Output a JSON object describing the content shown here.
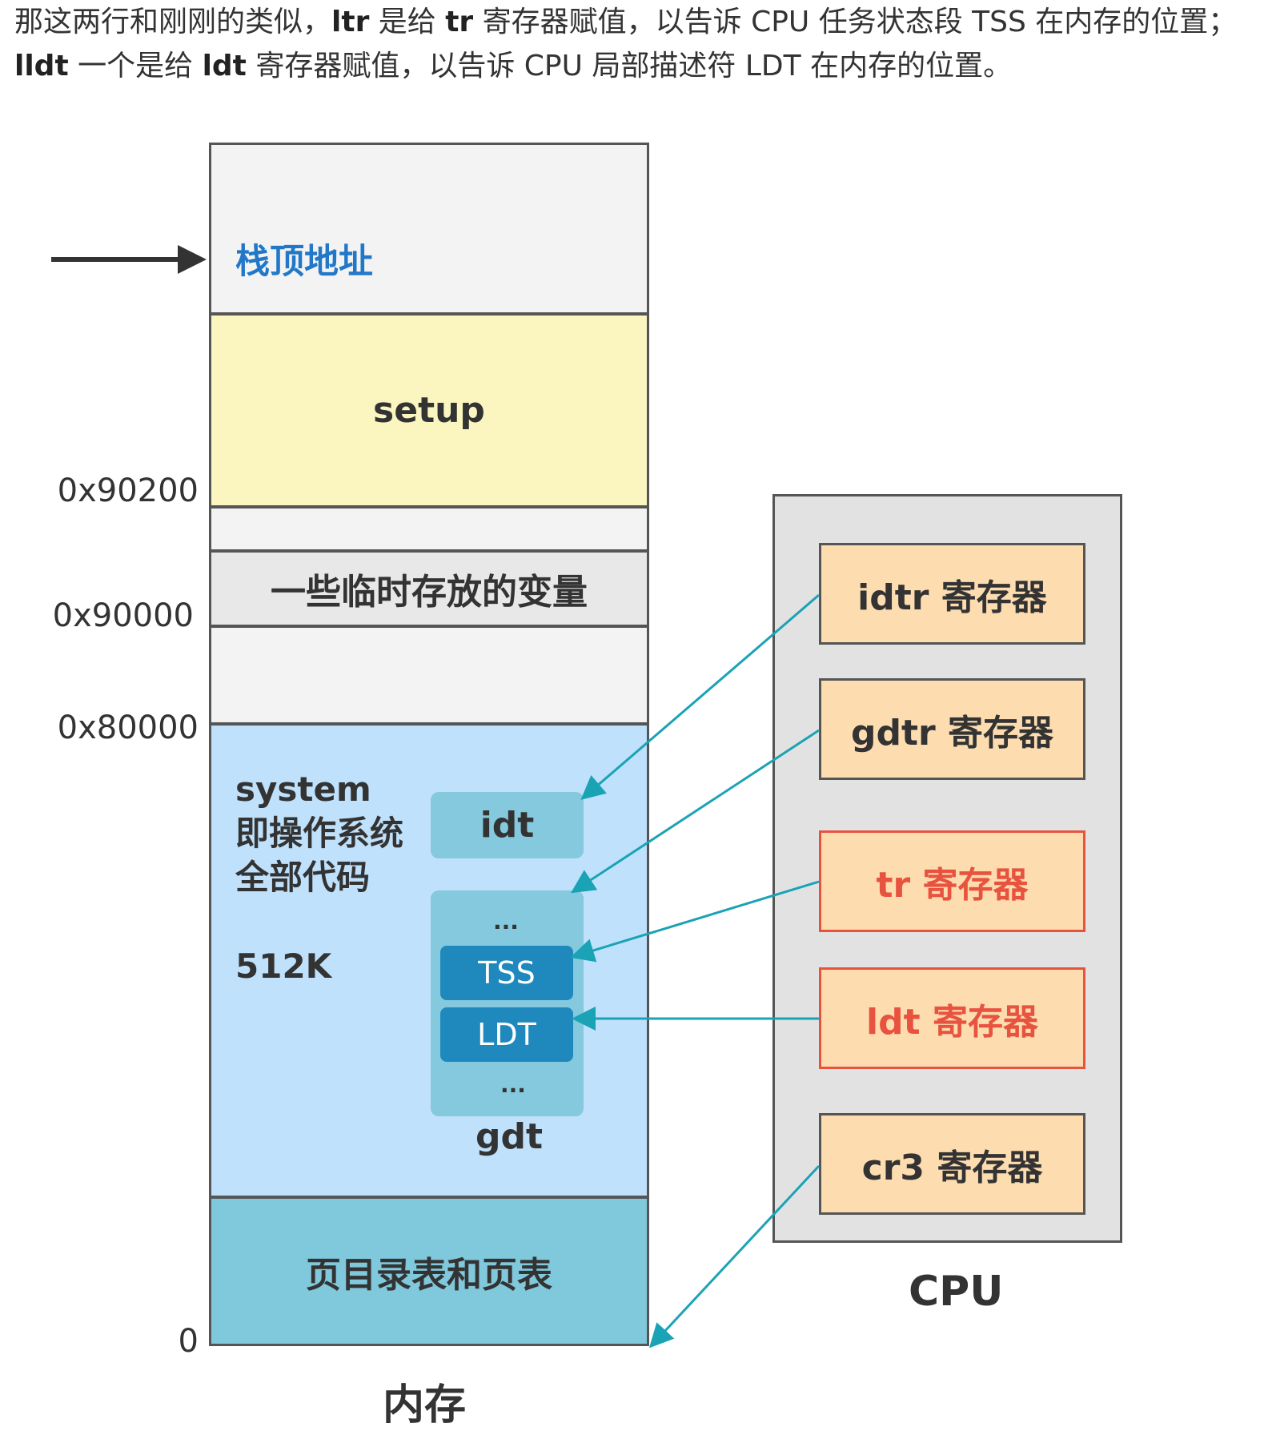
{
  "intro": {
    "p1": "那这两行和刚刚的类似，",
    "b1": "ltr",
    "p2": " 是给 ",
    "b2": "tr",
    "p3": " 寄存器赋值，以告诉 CPU 任务状态段 TSS 在内存的位置；",
    "b3": "lldt",
    "p4": " 一个是给 ",
    "b4": "ldt",
    "p5": " 寄存器赋值，以告诉 CPU 局部描述符 LDT 在内存的位置。"
  },
  "memory": {
    "stack_top": "栈顶地址",
    "setup": "setup",
    "temp_vars": "一些临时存放的变量",
    "system_line1": "system",
    "system_line2": "即操作系统",
    "system_line3": "全部代码",
    "system_size": "512K",
    "idt": "idt",
    "gdt_dots_top": "...",
    "tss": "TSS",
    "ldt": "LDT",
    "gdt_dots_bottom": "...",
    "gdt": "gdt",
    "page_tables": "页目录表和页表",
    "caption": "内存"
  },
  "addresses": {
    "a90200": "0x90200",
    "a90000": "0x90000",
    "a80000": "0x80000",
    "a0": "0"
  },
  "cpu": {
    "caption": "CPU",
    "registers": [
      {
        "label": "idtr 寄存器",
        "highlight": false
      },
      {
        "label": "gdtr 寄存器",
        "highlight": false
      },
      {
        "label": "tr 寄存器",
        "highlight": true
      },
      {
        "label": "ldt 寄存器",
        "highlight": true
      },
      {
        "label": "cr3 寄存器",
        "highlight": false
      }
    ]
  },
  "colors": {
    "stack_top_text": "#2278c8",
    "arrow": "#1aa3b5",
    "highlight": "#e8533f",
    "setup_fill": "#fbf6c0",
    "system_fill": "#bfe1fb",
    "page_fill": "#80c8dc",
    "register_fill": "#fdddb0"
  }
}
